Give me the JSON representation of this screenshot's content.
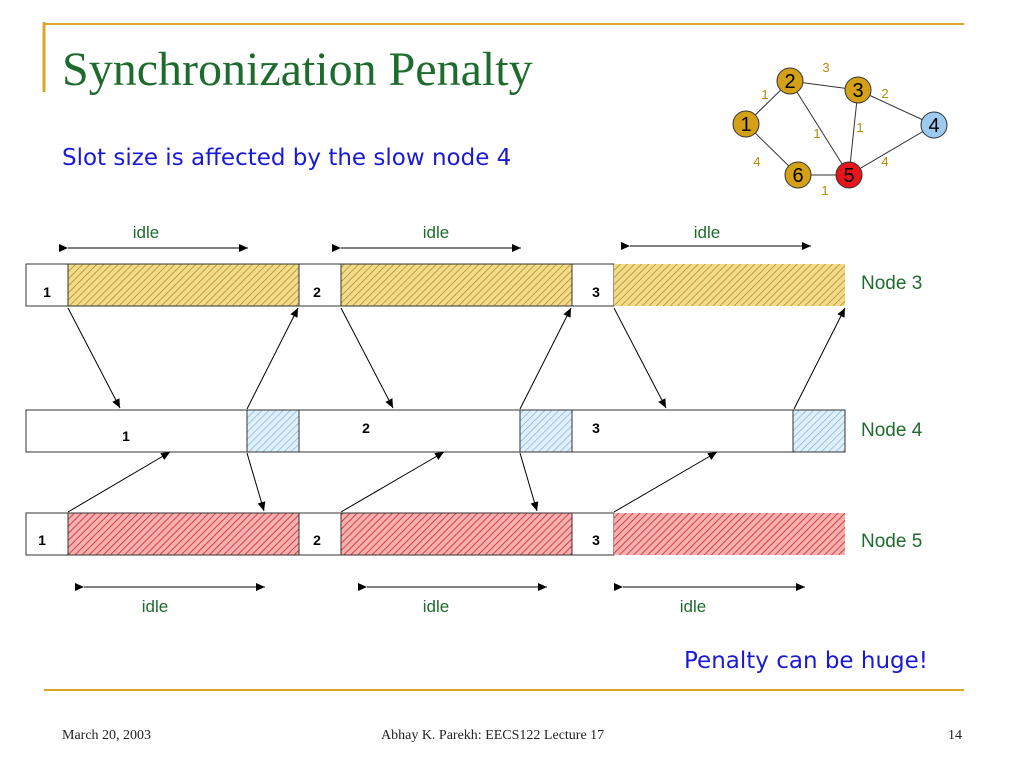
{
  "slide": {
    "title": "Synchronization Penalty",
    "subtitle": "Slot size is affected by the slow node 4",
    "penalty_note": "Penalty can be huge!"
  },
  "footer": {
    "date": "March 20, 2003",
    "lecture": "Abhay K. Parekh: EECS122 Lecture 17",
    "page": "14"
  },
  "graph": {
    "nodes": [
      {
        "id": "1",
        "color": "#d4a017"
      },
      {
        "id": "2",
        "color": "#d4a017"
      },
      {
        "id": "3",
        "color": "#d4a017"
      },
      {
        "id": "4",
        "color": "#9ccaf0"
      },
      {
        "id": "5",
        "color": "#e8141b"
      },
      {
        "id": "6",
        "color": "#d4a017"
      }
    ],
    "edges": [
      {
        "from": "1",
        "to": "2",
        "weight": "1"
      },
      {
        "from": "2",
        "to": "3",
        "weight": "3"
      },
      {
        "from": "3",
        "to": "4",
        "weight": "2"
      },
      {
        "from": "2",
        "to": "5",
        "weight": "1"
      },
      {
        "from": "3",
        "to": "5",
        "weight": "1"
      },
      {
        "from": "4",
        "to": "5",
        "weight": "4"
      },
      {
        "from": "1",
        "to": "6",
        "weight": "4"
      },
      {
        "from": "6",
        "to": "5",
        "weight": "1"
      }
    ]
  },
  "timeline": {
    "top_idle_labels": [
      "idle",
      "idle",
      "idle"
    ],
    "bottom_idle_labels": [
      "idle",
      "idle",
      "idle"
    ],
    "rows": [
      {
        "name": "Node 3",
        "slots": [
          "1",
          "2",
          "3"
        ],
        "color": "#d4a017"
      },
      {
        "name": "Node 4",
        "slots": [
          "1",
          "2",
          "3"
        ],
        "color": "#9ccaf0"
      },
      {
        "name": "Node 5",
        "slots": [
          "1",
          "2",
          "3"
        ],
        "color": "#e8141b"
      }
    ]
  }
}
